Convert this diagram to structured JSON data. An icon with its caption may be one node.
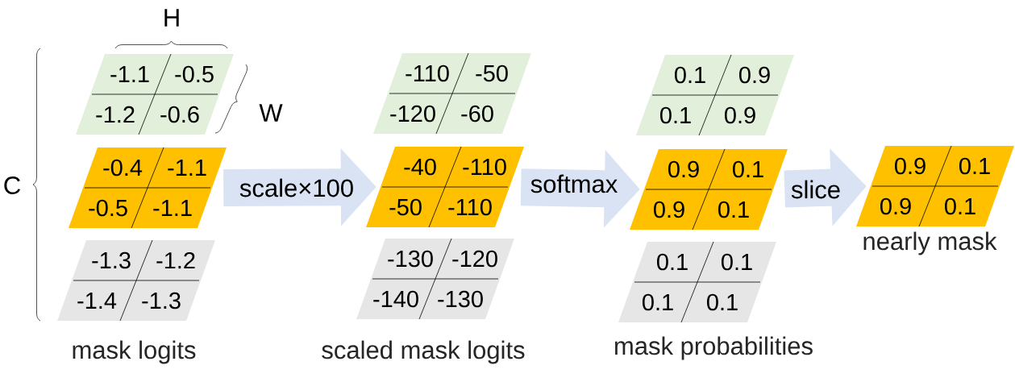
{
  "diagram": {
    "nodes": [
      {
        "text": [
          "-1.1",
          "-0.5",
          "-1.2",
          "-0.6"
        ]
      },
      {
        "text": [
          "-0.4",
          "-1.1",
          "-0.5",
          "-1.1"
        ]
      },
      {
        "text": [
          "-1.3",
          "-1.2",
          "-1.4",
          "-1.3"
        ],
        "beside": [
          "mask logits"
        ]
      },
      {
        "text": [
          "-110",
          "-50",
          "-120",
          "-60"
        ]
      },
      {
        "text": [
          "-40",
          "-110",
          "-50",
          "-110"
        ]
      },
      {
        "text": [
          "-130",
          "-120",
          "-140",
          "-130"
        ],
        "beside": [
          "scaled mask logits"
        ]
      },
      {
        "text": [
          "0.1",
          "0.9",
          "0.1",
          "0.9"
        ]
      },
      {
        "text": [
          "0.9",
          "0.1",
          "0.9",
          "0.1"
        ]
      },
      {
        "text": [
          "0.1",
          "0.1",
          "0.1",
          "0.1"
        ],
        "beside": [
          "mask probabilities"
        ]
      },
      {
        "text": [
          "0.9",
          "0.1",
          "0.9",
          "0.1"
        ],
        "beside": [
          "nearly mask"
        ]
      }
    ],
    "edges": [
      {
        "from": 1,
        "to": 4,
        "arrow": "to",
        "label": "scale×100"
      },
      {
        "from": 4,
        "to": 7,
        "arrow": "to",
        "label": "softmax"
      },
      {
        "from": 7,
        "to": 9,
        "arrow": "to",
        "label": "slice"
      }
    ],
    "labels": [
      "H",
      "W",
      "C"
    ]
  }
}
